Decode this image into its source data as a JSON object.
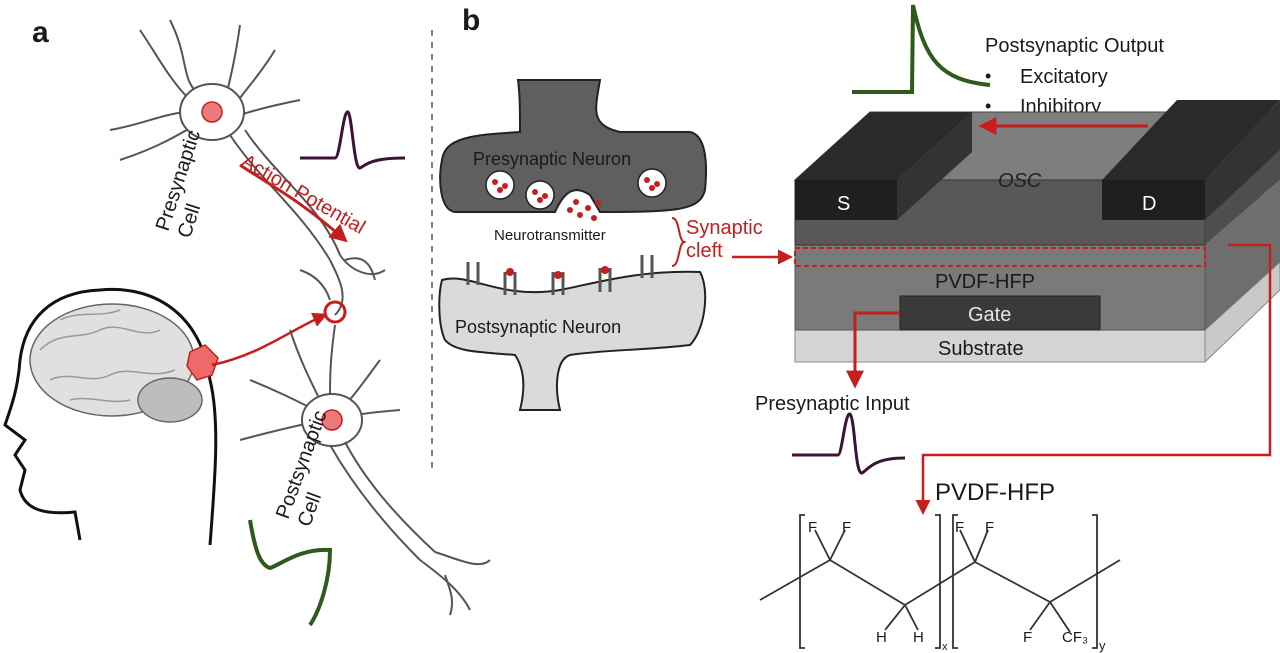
{
  "panel_a": {
    "label": "a",
    "presynaptic_cell": "Presynaptic\nCell",
    "action_potential": "Action Potential",
    "postsynaptic_cell": "Postsynaptic\nCell"
  },
  "panel_b": {
    "label": "b",
    "presynaptic_neuron": "Presynaptic Neuron",
    "neurotransmitter": "Neurotransmitter",
    "synaptic_cleft": "Synaptic\ncleft",
    "postsynaptic_neuron": "Postsynaptic Neuron",
    "postsynaptic_output": "Postsynaptic Output",
    "outputs": [
      "Excitatory",
      "Inhibitory"
    ],
    "device": {
      "source": "S",
      "drain": "D",
      "semiconductor": "OSC",
      "dielectric": "PVDF-HFP",
      "gate": "Gate",
      "substrate": "Substrate"
    },
    "presynaptic_input": "Presynaptic Input",
    "polymer": {
      "title": "PVDF-HFP",
      "atoms_left": [
        "F",
        "F",
        "H",
        "H"
      ],
      "atoms_right": [
        "F",
        "F",
        "F",
        "CF₃"
      ],
      "subscripts": [
        "x",
        "y"
      ]
    }
  },
  "colors": {
    "red_accent": "#c41e1e",
    "green_signal": "#2e5a1c",
    "purple_signal": "#3d1232",
    "device_dark": "#2f2f2f",
    "device_mid": "#6e6e6e",
    "substrate": "#c9c9c9"
  }
}
